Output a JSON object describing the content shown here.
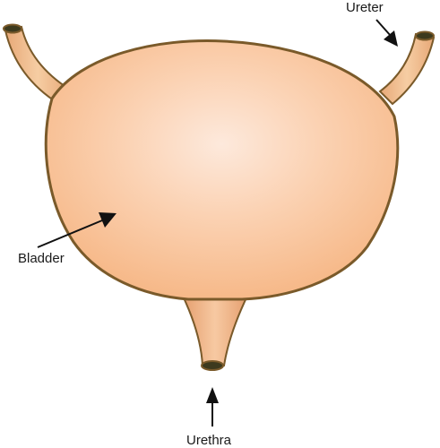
{
  "labels": {
    "ureter": "Ureter",
    "bladder": "Bladder",
    "urethra": "Urethra"
  },
  "colors": {
    "tissue_highlight": "#fde9dc",
    "tissue_light": "#fbd2b3",
    "tissue_base": "#f6b786",
    "tissue_shadow": "#e79a6a",
    "tube_fill": "#efbf90",
    "outline": "#7a5a2a",
    "lumen_dark": "#3d3a1e",
    "arrow": "#111111"
  }
}
